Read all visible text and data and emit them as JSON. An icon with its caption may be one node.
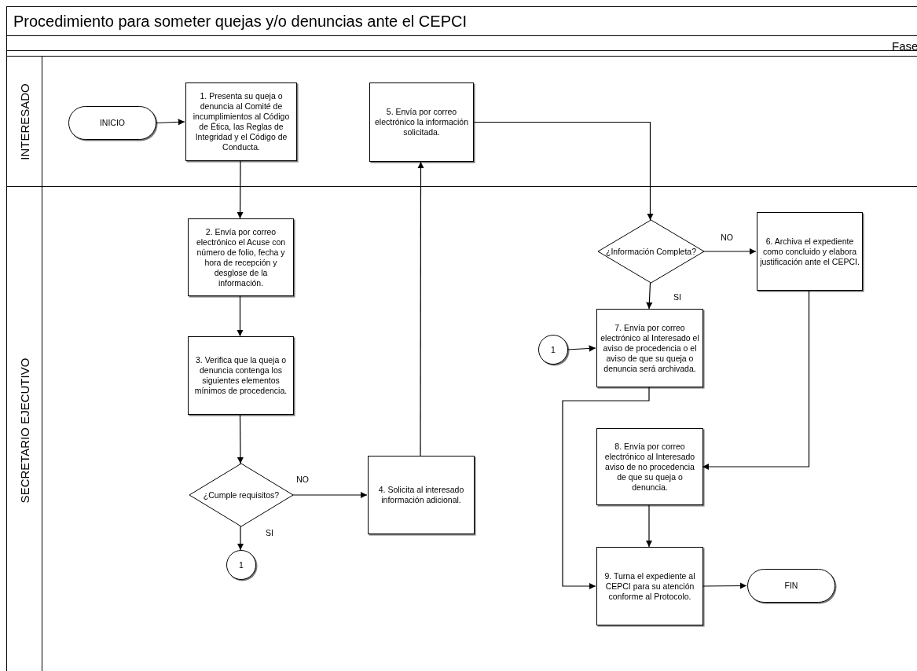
{
  "diagram": {
    "title": "Procedimiento para someter quejas y/o denuncias ante el CEPCI",
    "nodes": [
      {
        "text": [
          "INTERESADO"
        ]
      },
      {
        "text": [
          "SECRETARIO EJECUTIVO"
        ]
      },
      {
        "text": [
          "INICIO"
        ],
        "in": 0
      },
      {
        "text": [
          "1. Presenta su queja o denuncia al Comité de incumplimientos al Código de Ética, las Reglas de Integridad y el Código de Conducta."
        ],
        "in": 0
      },
      {
        "text": [
          "5. Envía por correo electrónico la información solicitada."
        ],
        "in": 0
      },
      {
        "text": [
          "2. Envía por correo electrónico el Acuse con número de folio, fecha y hora de recepción y desglose de la información."
        ],
        "in": 1
      },
      {
        "text": [
          "3. Verifica que la queja o denuncia contenga los siguientes elementos mínimos de procedencia."
        ],
        "in": 1
      },
      {
        "text": [
          "¿Cumple requisitos?"
        ],
        "in": 1
      },
      {
        "text": [
          "4. Solicita al interesado información adicional."
        ],
        "in": 1
      },
      {
        "text": [
          "1"
        ],
        "in": 1
      },
      {
        "text": [
          "¿Información Completa?"
        ],
        "in": 1
      },
      {
        "text": [
          "6. Archiva el expediente como concluido y elabora justificación ante el CEPCI."
        ],
        "in": 1
      },
      {
        "text": [
          "1"
        ],
        "in": 1
      },
      {
        "text": [
          "7. Envía por correo electrónico al Interesado el aviso de procedencia o el aviso de que su queja o denuncia será archivada."
        ],
        "in": 1
      },
      {
        "text": [
          "8. Envía por correo electrónico al Interesado aviso de no procedencia de que su queja o denuncia."
        ],
        "in": 1
      },
      {
        "text": [
          "9. Turna el expediente al CEPCI para su atención conforme al Protocolo."
        ],
        "in": 1
      },
      {
        "text": [
          "FIN"
        ],
        "in": 1
      }
    ],
    "edges": [
      {
        "from": 2,
        "to": 3,
        "arrow": "to"
      },
      {
        "from": 3,
        "to": 5,
        "arrow": "to"
      },
      {
        "from": 5,
        "to": 6,
        "arrow": "to"
      },
      {
        "from": 6,
        "to": 7,
        "arrow": "to"
      },
      {
        "from": 7,
        "to": 8,
        "arrow": "to",
        "label": "NO"
      },
      {
        "from": 7,
        "to": 9,
        "arrow": "to",
        "label": "SI"
      },
      {
        "from": 8,
        "to": 4,
        "arrow": "to"
      },
      {
        "from": 4,
        "to": 10,
        "arrow": "to"
      },
      {
        "from": 10,
        "to": 11,
        "arrow": "to",
        "label": "NO"
      },
      {
        "from": 10,
        "to": 13,
        "arrow": "to",
        "label": "SI"
      },
      {
        "from": 12,
        "to": 13,
        "arrow": "to"
      },
      {
        "from": 13,
        "to": 15,
        "arrow": "to"
      },
      {
        "from": 11,
        "to": 14,
        "arrow": "to"
      },
      {
        "from": 14,
        "to": 15,
        "arrow": "to"
      },
      {
        "from": 15,
        "to": 16,
        "arrow": "to"
      }
    ],
    "labels": [
      "Fase"
    ]
  }
}
